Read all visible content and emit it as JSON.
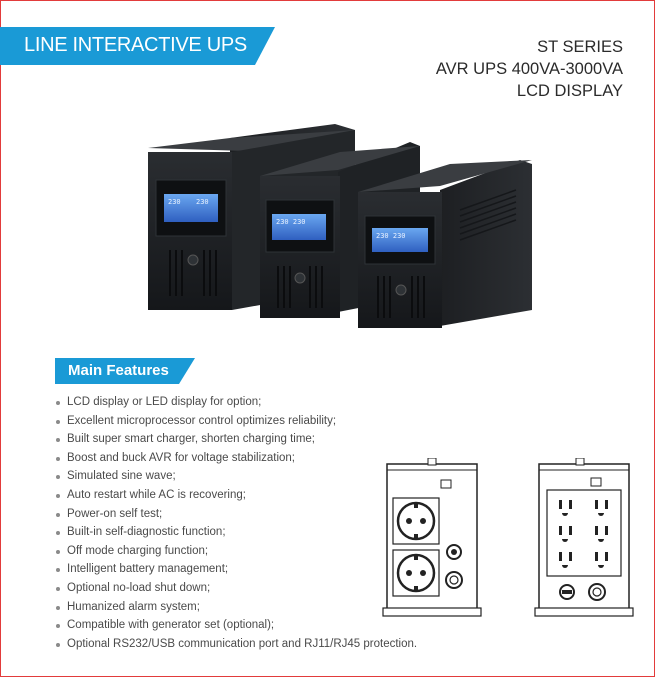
{
  "header": {
    "banner_text": "LINE INTERACTIVE UPS",
    "series_lines": [
      "ST SERIES",
      "AVR UPS 400VA-3000VA",
      "LCD DISPLAY"
    ]
  },
  "colors": {
    "accent_blue": "#1a9ad6",
    "frame_red": "#e23b3b",
    "ups_body": "#1f2226",
    "lcd_blue": "#3a78d8"
  },
  "hero": {
    "lcd_readings": [
      "230",
      "230"
    ]
  },
  "features": {
    "title": "Main Features",
    "items": [
      "LCD display or LED display for option;",
      "Excellent microprocessor control optimizes reliability;",
      "Built super smart charger, shorten charging time;",
      "Boost and buck AVR for voltage stabilization;",
      "Simulated sine wave;",
      "Auto restart while AC is recovering;",
      "Power-on self test;",
      "Built-in self-diagnostic function;",
      "Off mode charging function;",
      "Intelligent battery management;",
      "Optional no-load shut down;",
      "Humanized alarm system;",
      "Compatible with generator set (optional);",
      "Optional RS232/USB communication port and RJ11/RJ45 protection."
    ]
  }
}
